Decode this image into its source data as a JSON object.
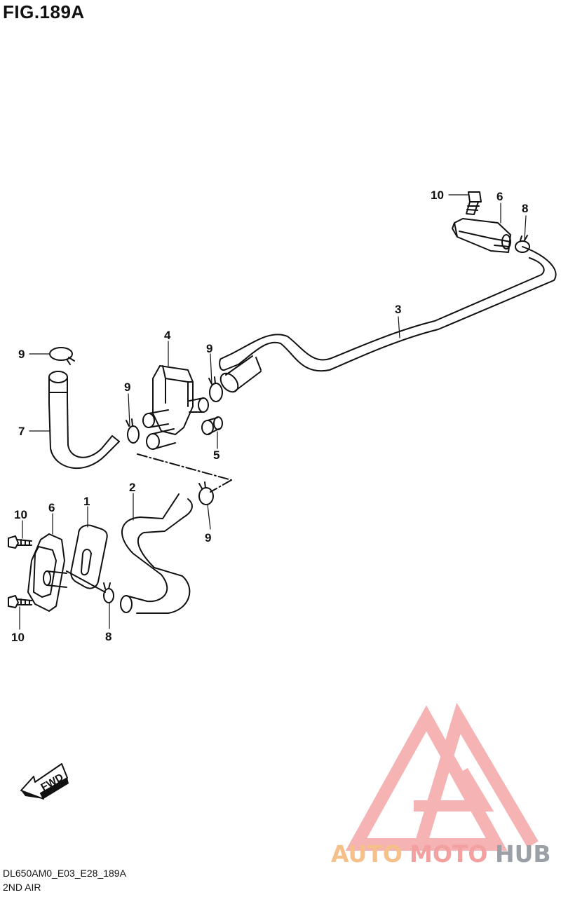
{
  "figure": {
    "title": "FIG.189A",
    "code": "DL650AM0_E03_E28_189A",
    "section": "2ND AIR"
  },
  "callouts": [
    "10",
    "6",
    "8",
    "3",
    "4",
    "9",
    "9",
    "9",
    "9",
    "7",
    "5",
    "2",
    "1",
    "6",
    "10",
    "10",
    "8"
  ],
  "fwd_label": "FWD",
  "watermark": {
    "part1": "AUTO",
    "part2": "MOTO",
    "part3": "HUB",
    "color1": "#f5c08a",
    "color2": "#f2a0a0",
    "color3": "#9aa0a6"
  },
  "colors": {
    "line": "#111111",
    "watermark_logo": "#f4a6a6"
  }
}
